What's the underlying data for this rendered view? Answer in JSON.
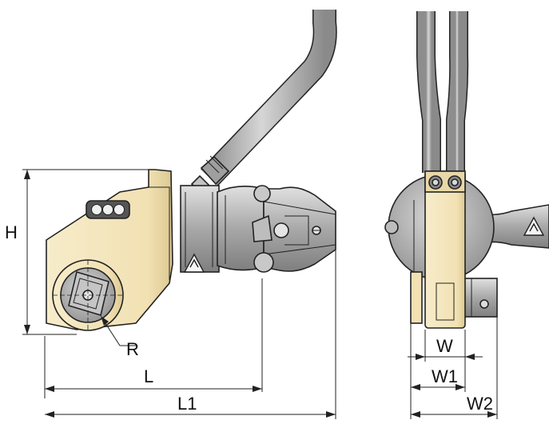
{
  "colors": {
    "body_cream": "#f4e6bf",
    "body_shadow": "#e2cf9c",
    "metal_light": "#d2d2d2",
    "metal_mid": "#a9a9a9",
    "metal_dark": "#7a7a7a",
    "line": "#222222"
  },
  "icons": {
    "warning_triangle": "hand-crush-warning-icon",
    "side_warning": "hand-crush-warning-icon"
  },
  "dimensions": {
    "height_label": "H",
    "radius_label": "R",
    "length_label": "L",
    "length_total_label": "L1",
    "width_label": "W",
    "width1_label": "W1",
    "width2_label": "W2"
  }
}
